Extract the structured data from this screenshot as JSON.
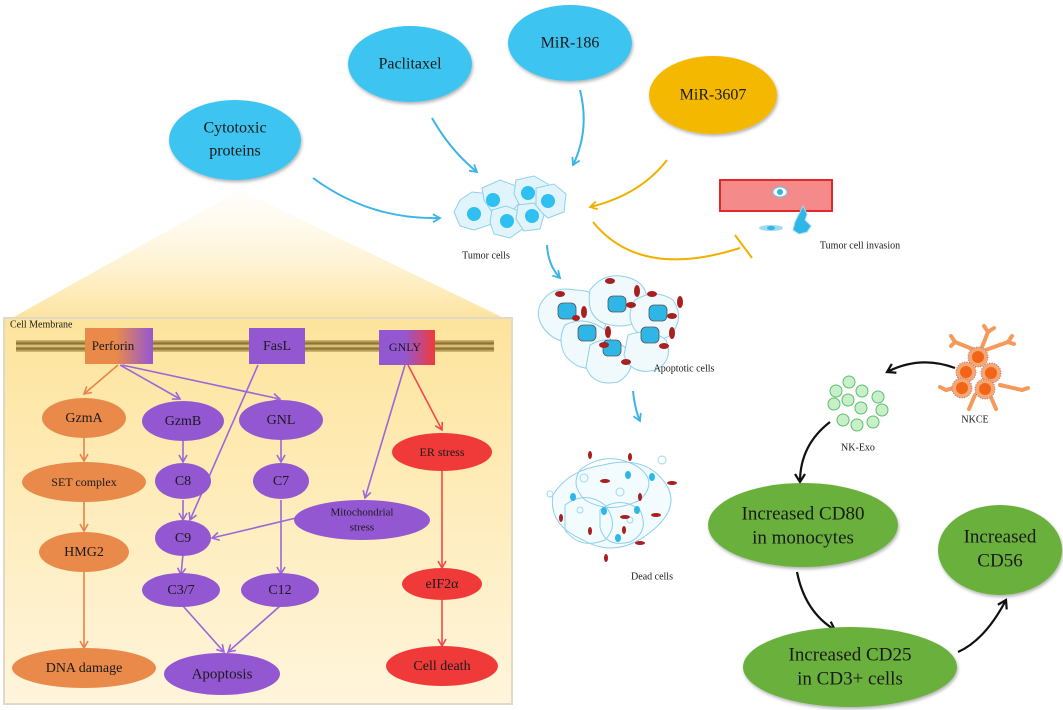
{
  "top": {
    "cytotoxic": [
      "Cytotoxic",
      "proteins"
    ],
    "paclitaxel": "Paclitaxel",
    "mir186": "MiR-186",
    "mir3607": "MiR-3607"
  },
  "cells": {
    "tumor": "Tumor  cells",
    "invasion": "Tumor cell invasion",
    "apoptotic": "Apoptotic  cells",
    "dead": "Dead  cells"
  },
  "panel": {
    "membrane_label": "Cell Membrane",
    "perforin": "Perforin",
    "fasl": "FasL",
    "gnly": "GNLY",
    "gzma": "GzmA",
    "gzmb": "GzmB",
    "gnl": "GNL",
    "er_stress": "ER stress",
    "set_complex": "SET complex",
    "c8": "C8",
    "c7": "C7",
    "mito": [
      "Mitochondrial",
      "stress"
    ],
    "hmg2": "HMG2",
    "c9": "C9",
    "c37": "C3/7",
    "c12": "C12",
    "eif2a": "eIF2α",
    "dna_damage": "DNA damage",
    "apoptosis": "Apoptosis",
    "cell_death": "Cell death"
  },
  "nk": {
    "nkce": "NKCE",
    "nkexo": "NK-Exo",
    "cd80": [
      "Increased CD80",
      "in monocytes"
    ],
    "cd56": [
      "Increased",
      "CD56"
    ],
    "cd25": [
      "Increased CD25",
      "in CD3+ cells"
    ]
  },
  "colors": {
    "blue": "#3cc4f0",
    "gold": "#f5b800",
    "orange": "#ea8a4a",
    "purple": "#9457d2",
    "red": "#f03a3a",
    "green": "#6ab03e",
    "panel_bg": "#fde9a6"
  }
}
